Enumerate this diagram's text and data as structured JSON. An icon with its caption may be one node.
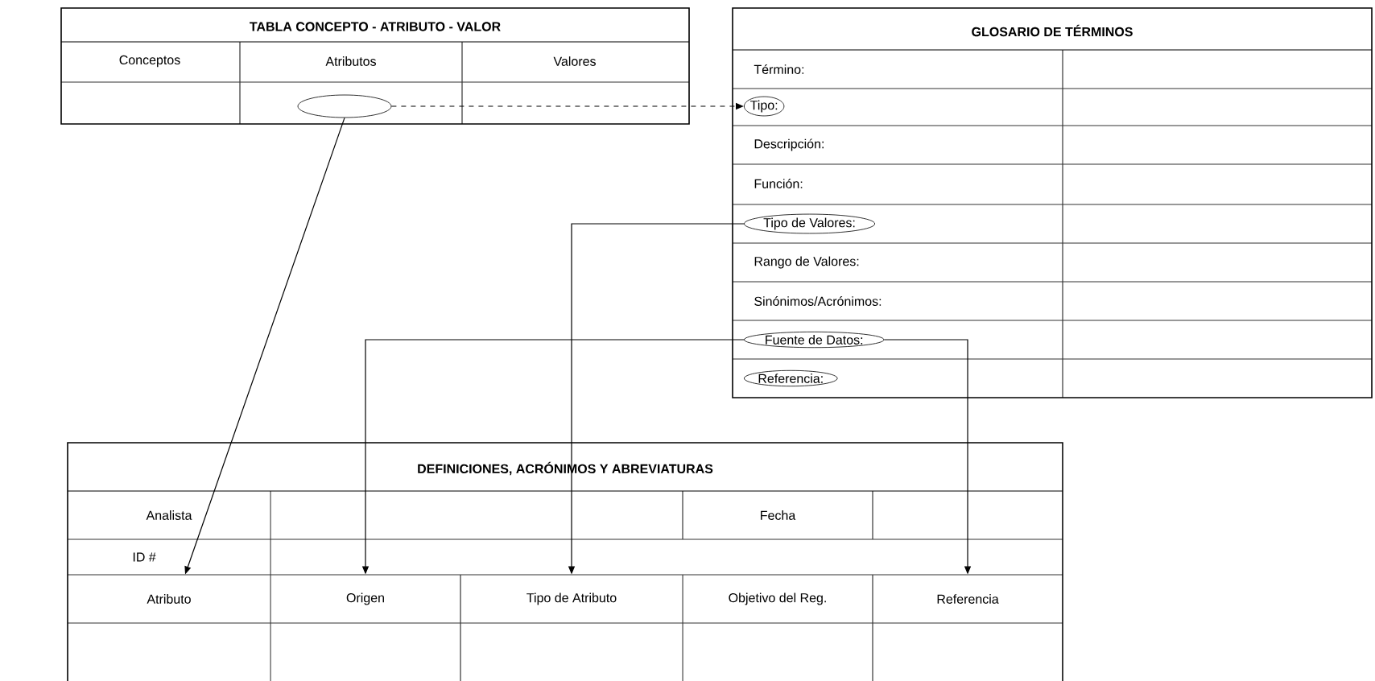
{
  "diagram": {
    "nodes": [
      {
        "text": [
          "TABLA CONCEPTO - ATRIBUTO - VALOR"
        ]
      },
      {
        "text": [],
        "shape": "ellipse",
        "in": 0
      },
      {
        "text": [
          "GLOSARIO DE TÉRMINOS"
        ]
      },
      {
        "text": [
          "Tipo:"
        ],
        "in": 2
      },
      {
        "text": [
          "Tipo de Valores:"
        ],
        "in": 2
      },
      {
        "text": [
          "Fuente de Datos:"
        ],
        "in": 2
      },
      {
        "text": [
          "Referencia:"
        ],
        "in": 2
      },
      {
        "text": [
          "DEFINICIONES, ACRÓNIMOS Y ABREVIATURAS"
        ]
      },
      {
        "text": [
          "Atributo"
        ],
        "in": 7
      },
      {
        "text": [
          "Origen"
        ],
        "in": 7
      },
      {
        "text": [
          "Tipo de Atributo"
        ],
        "in": 7
      },
      {
        "text": [
          "Referencia"
        ],
        "in": 7
      }
    ],
    "edges": [
      {
        "from": 1,
        "to": 3,
        "arrow": "to",
        "style": "dashed"
      },
      {
        "from": 1,
        "to": 8,
        "arrow": "to"
      },
      {
        "from": 4,
        "to": 10,
        "arrow": "to"
      },
      {
        "from": 5,
        "to": 9,
        "arrow": "to"
      },
      {
        "from": 5,
        "to": 11,
        "arrow": "to"
      }
    ],
    "labels": [
      "Conceptos",
      "Atributos",
      "Valores",
      "Término:",
      "Descripción:",
      "Función:",
      "Rango de Valores:",
      "Sinónimos/Acrónimos:",
      "Analista",
      "Fecha",
      "ID #",
      "Objetivo del Reg."
    ]
  }
}
